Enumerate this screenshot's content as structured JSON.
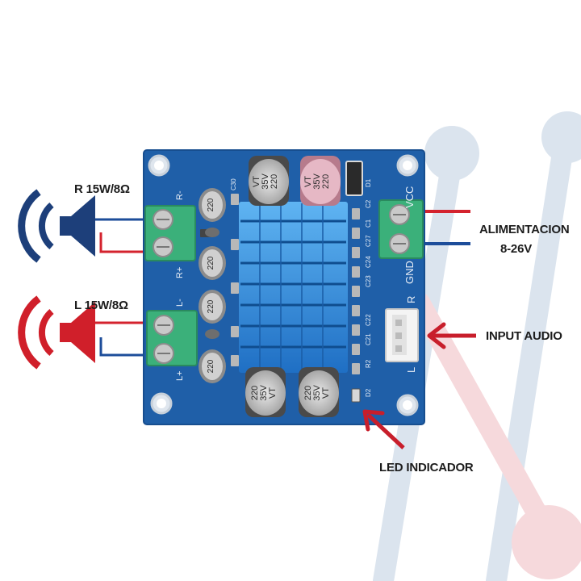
{
  "labels": {
    "right_speaker": "R 15W/8Ω",
    "left_speaker": "L 15W/8Ω",
    "power": "ALIMENTACION",
    "power_range": "8-26V",
    "input_audio": "INPUT AUDIO",
    "led": "LED INDICADOR"
  },
  "silkscreen": {
    "vcc": "VCC",
    "gnd": "GND",
    "r_minus": "R-",
    "r_plus": "R+",
    "l_minus": "L-",
    "l_plus": "L+",
    "input_r": "R",
    "input_l": "L",
    "cap_value": "220",
    "cap_voltage": "35V",
    "cap_series": "VT",
    "smd_cap_value": "220",
    "ref_c1": "C1",
    "ref_c2": "C2",
    "ref_c27": "C27",
    "ref_c24": "C24",
    "ref_c23": "C23",
    "ref_c22": "C22",
    "ref_c21": "C21",
    "ref_c30": "C30",
    "ref_d1": "D1",
    "ref_d2": "D2",
    "ref_r2": "R2"
  },
  "colors": {
    "pcb": "#1f5fa8",
    "pcb_edge": "#174e8f",
    "heatsink": "#2f8fe0",
    "terminal": "#3bb07a",
    "speaker_right": "#1d3f7a",
    "speaker_left": "#d01f2a",
    "wire_red": "#d4232e",
    "wire_blue": "#1d4d9a",
    "arrow": "#c81e2b",
    "deco_blue": "#dbe4ee",
    "deco_red": "#f6d9dc"
  }
}
